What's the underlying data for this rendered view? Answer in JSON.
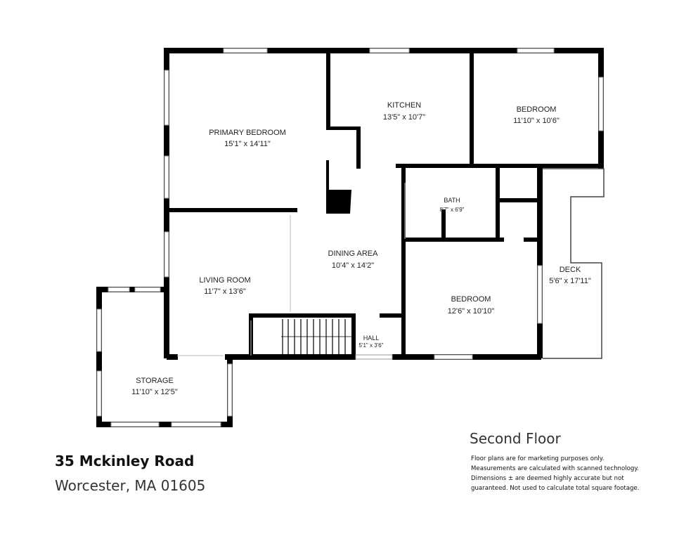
{
  "floor_title": "Second Floor",
  "address": {
    "street": "35 Mckinley Road",
    "city_line": "Worcester, MA 01605"
  },
  "disclaimer": [
    "Floor plans are for marketing purposes only.",
    "Measurements are calculated with scanned technology.",
    "Dimensions ± are deemed highly accurate but not",
    "guaranteed. Not used to calculate total square footage."
  ],
  "rooms": {
    "primary_bedroom": {
      "name": "PRIMARY BEDROOM",
      "dims": "15'1\" x 14'11\""
    },
    "kitchen": {
      "name": "KITCHEN",
      "dims": "13'5\" x 10'7\""
    },
    "bedroom_ne": {
      "name": "BEDROOM",
      "dims": "11'10\" x 10'6\""
    },
    "bath": {
      "name": "BATH",
      "dims": "8'7\" x 6'9\""
    },
    "dining_area": {
      "name": "DINING AREA",
      "dims": "10'4\" x 14'2\""
    },
    "living_room": {
      "name": "LIVING ROOM",
      "dims": "11'7\" x 13'6\""
    },
    "deck": {
      "name": "DECK",
      "dims": "5'6\" x 17'11\""
    },
    "bedroom_se": {
      "name": "BEDROOM",
      "dims": "12'6\" x 10'10\""
    },
    "hall": {
      "name": "HALL",
      "dims": "5'1\" x 3'6\""
    },
    "storage": {
      "name": "STORAGE",
      "dims": "11'10\" x 12'5\""
    }
  },
  "colors": {
    "wall": "#000000",
    "background": "#ffffff",
    "window_frame": "#9a9a9a",
    "text": "#222222"
  }
}
